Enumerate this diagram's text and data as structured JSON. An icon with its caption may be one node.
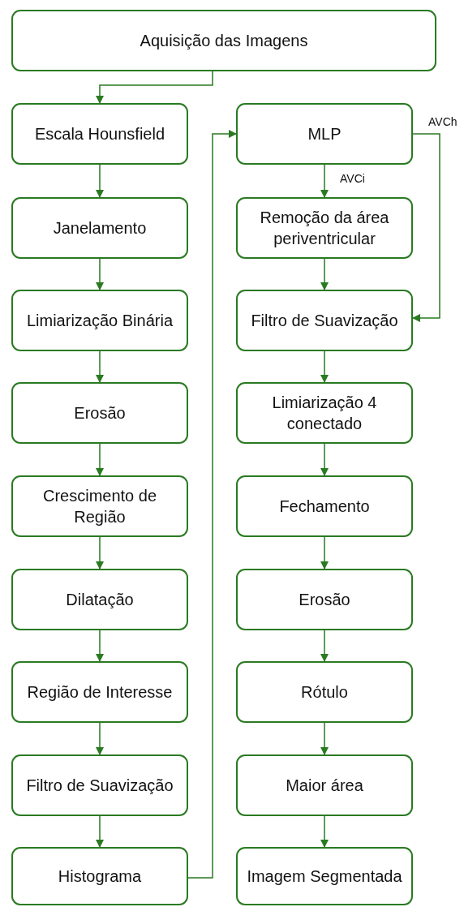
{
  "diagram": {
    "nodes": [
      {
        "text": [
          "Aquisição das Imagens"
        ]
      },
      {
        "text": [
          "Escala Hounsfield"
        ]
      },
      {
        "text": [
          "Janelamento"
        ]
      },
      {
        "text": [
          "Limiarização Binária"
        ]
      },
      {
        "text": [
          "Erosão"
        ]
      },
      {
        "text": [
          "Crescimento de Região"
        ]
      },
      {
        "text": [
          "Dilatação"
        ]
      },
      {
        "text": [
          "Região de Interesse"
        ]
      },
      {
        "text": [
          "Filtro de Suavização"
        ]
      },
      {
        "text": [
          "Histograma"
        ]
      },
      {
        "text": [
          "MLP"
        ]
      },
      {
        "text": [
          "Remoção da área periventricular"
        ]
      },
      {
        "text": [
          "Filtro de Suavização"
        ]
      },
      {
        "text": [
          "Limiarização 4 conectado"
        ]
      },
      {
        "text": [
          "Fechamento"
        ]
      },
      {
        "text": [
          "Erosão"
        ]
      },
      {
        "text": [
          "Rótulo"
        ]
      },
      {
        "text": [
          "Maior área"
        ]
      },
      {
        "text": [
          "Imagem Segmentada"
        ]
      }
    ],
    "edges": [
      {
        "from": 0,
        "to": 1,
        "arrow": "to"
      },
      {
        "from": 1,
        "to": 2,
        "arrow": "to"
      },
      {
        "from": 2,
        "to": 3,
        "arrow": "to"
      },
      {
        "from": 3,
        "to": 4,
        "arrow": "to"
      },
      {
        "from": 4,
        "to": 5,
        "arrow": "to"
      },
      {
        "from": 5,
        "to": 6,
        "arrow": "to"
      },
      {
        "from": 6,
        "to": 7,
        "arrow": "to"
      },
      {
        "from": 7,
        "to": 8,
        "arrow": "to"
      },
      {
        "from": 8,
        "to": 9,
        "arrow": "to"
      },
      {
        "from": 9,
        "to": 10,
        "arrow": "to"
      },
      {
        "from": 10,
        "to": 11,
        "arrow": "to",
        "label": "AVCi"
      },
      {
        "from": 10,
        "to": 12,
        "arrow": "to",
        "label": "AVCh"
      },
      {
        "from": 11,
        "to": 12,
        "arrow": "to"
      },
      {
        "from": 12,
        "to": 13,
        "arrow": "to"
      },
      {
        "from": 13,
        "to": 14,
        "arrow": "to"
      },
      {
        "from": 14,
        "to": 15,
        "arrow": "to"
      },
      {
        "from": 15,
        "to": 16,
        "arrow": "to"
      },
      {
        "from": 16,
        "to": 17,
        "arrow": "to"
      },
      {
        "from": 17,
        "to": 18,
        "arrow": "to"
      }
    ]
  }
}
